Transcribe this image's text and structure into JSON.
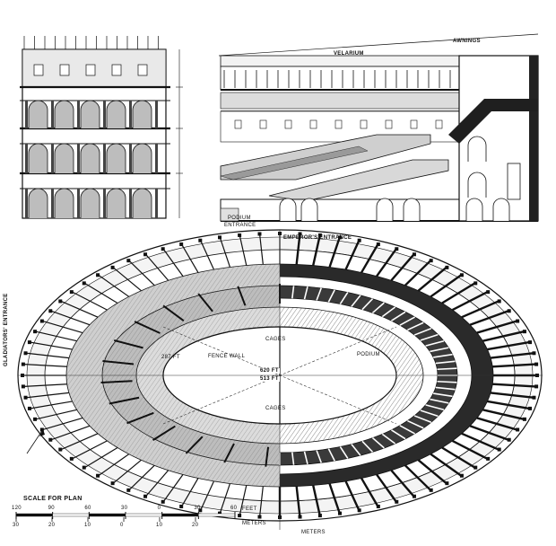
{
  "section": {
    "velarium_label": "VELARIUM",
    "awning_label": "AWNINGS",
    "podium_label": "PODIUM",
    "entrance_label": "ENTRANCE"
  },
  "plan": {
    "emperors_entrance": "EMPEROR'S ENTRANCE",
    "gladiators_entrance": "GLADIATORS' ENTRANCE",
    "podium_label": "PODIUM",
    "fence_label": "FENCE WALL",
    "cages_top": "CAGES",
    "cages_bottom": "CAGES",
    "major_axis": "620 FT",
    "minor_axis": "513 FT",
    "arena_dim": "287 FT"
  },
  "scale": {
    "title": "SCALE FOR PLAN",
    "feet_ticks": [
      "120",
      "90",
      "60",
      "30",
      "0",
      "30",
      "60"
    ],
    "feet_unit": "FEET",
    "meters_ticks": [
      "30",
      "20",
      "10",
      "0",
      "10",
      "20"
    ],
    "meters_unit": "METERS",
    "meters_label": "METERS"
  }
}
